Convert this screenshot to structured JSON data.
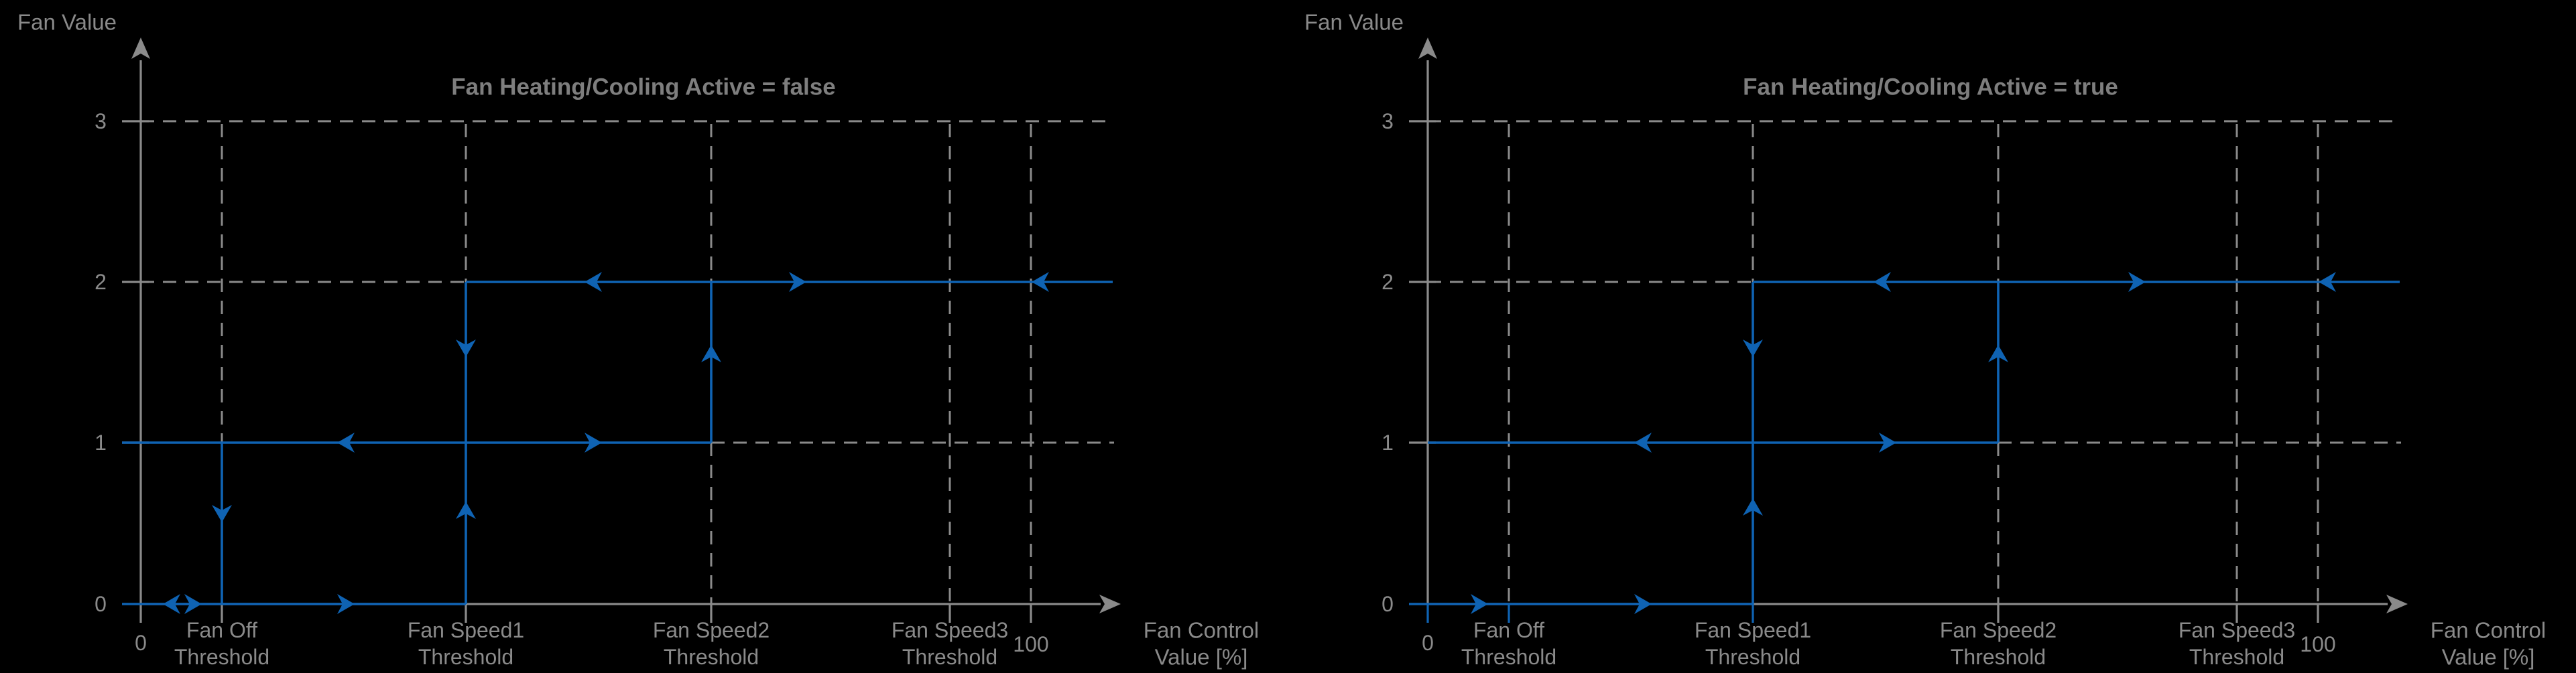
{
  "colors": {
    "background": "#000000",
    "gray": "#8a8a8a",
    "title_gray": "#7e7e7e",
    "blue": "#0f63b3"
  },
  "axis": {
    "y_label": "Fan Value",
    "x_label_line1": "Fan Control",
    "x_label_line2": "Value [%]",
    "origin": "0",
    "max": "100"
  },
  "y_tick_labels": [
    "0",
    "1",
    "2",
    "3"
  ],
  "x_threshold_labels": [
    [
      "Fan Off",
      "Threshold"
    ],
    [
      "Fan Speed1",
      "Threshold"
    ],
    [
      "Fan Speed2",
      "Threshold"
    ],
    [
      "Fan Speed3",
      "Threshold"
    ]
  ],
  "charts": [
    {
      "id": "heating-cooling-false",
      "title": "Fan Heating/Cooling Active = false"
    },
    {
      "id": "heating-cooling-true",
      "title": "Fan Heating/Cooling Active = true"
    }
  ],
  "chart_data": [
    {
      "type": "line",
      "title": "Fan Heating/Cooling Active = false",
      "xlabel": "Fan Control Value [%]",
      "ylabel": "Fan Value",
      "x_categories": [
        "0",
        "Fan Off Threshold",
        "Fan Speed1 Threshold",
        "Fan Speed2 Threshold",
        "Fan Speed3 Threshold",
        "100"
      ],
      "x_positions_norm": [
        0,
        0.083,
        0.334,
        0.586,
        0.831,
        0.915
      ],
      "ylim": [
        0,
        3
      ],
      "y_ticks": [
        0,
        1,
        2,
        3
      ],
      "grid": "dashed",
      "legend": "none",
      "series_style": "blue hysteresis path with direction arrows",
      "transitions": [
        {
          "at": "Fan Off Threshold",
          "movement": "decreasing",
          "change": "fan value 1 -> 0"
        },
        {
          "at": "Fan Speed1 Threshold",
          "movement": "increasing",
          "change": "fan value 0 -> 1"
        },
        {
          "at": "Fan Speed1 Threshold",
          "movement": "decreasing",
          "change": "fan value 2 -> 1"
        },
        {
          "at": "Fan Speed2 Threshold",
          "movement": "increasing",
          "change": "fan value 1 -> 2"
        }
      ],
      "render": {
        "grid_h": [
          {
            "y": 3,
            "x1": 0,
            "x2": 1452
          },
          {
            "y": 2,
            "x1": 0,
            "x2": 485
          },
          {
            "y": 1,
            "x1": 851,
            "x2": 1452
          }
        ],
        "grid_v": [
          {
            "x": 121,
            "yt": 185,
            "yb": 661
          },
          {
            "x": 485,
            "yt": 185,
            "yb": 421
          },
          {
            "x": 851,
            "yt": 185,
            "yb": 421
          },
          {
            "x": 851,
            "yt": 661,
            "yb": 902
          },
          {
            "x": 1207,
            "yt": 185,
            "yb": 902
          },
          {
            "x": 1328,
            "yt": 185,
            "yb": 902
          }
        ],
        "blue_h": [
          {
            "y": 0,
            "x1": -28,
            "x2": 485
          },
          {
            "y": 1,
            "x1": -28,
            "x2": 851
          },
          {
            "y": 2,
            "x1": 485,
            "x2": 1450
          }
        ],
        "blue_v": [
          {
            "x": 121,
            "y1": 1,
            "y2": 0
          },
          {
            "x": 485,
            "y1": 2,
            "y2": 0
          },
          {
            "x": 851,
            "y1": 2,
            "y2": 1
          }
        ],
        "arrows_h": [
          {
            "x": 46,
            "y": 0,
            "d": -1
          },
          {
            "x": 78,
            "y": 0,
            "d": 1
          },
          {
            "x": 306,
            "y": 0,
            "d": 1
          },
          {
            "x": 306,
            "y": 1,
            "d": -1
          },
          {
            "x": 675,
            "y": 1,
            "d": 1
          },
          {
            "x": 675,
            "y": 2,
            "d": -1
          },
          {
            "x": 980,
            "y": 2,
            "d": 1
          },
          {
            "x": 1342,
            "y": 2,
            "d": -1
          }
        ],
        "arrows_v": [
          {
            "x": 121,
            "ypx": 767,
            "d": 1
          },
          {
            "x": 485,
            "ypx": 520,
            "d": 1
          },
          {
            "x": 485,
            "ypx": 762,
            "d": -1
          },
          {
            "x": 851,
            "ypx": 528,
            "d": -1
          }
        ],
        "bottom_ticks": [
          {
            "x": 0,
            "c": "gray"
          },
          {
            "x": 121,
            "c": "gray"
          },
          {
            "x": 485,
            "c": "gray"
          },
          {
            "x": 851,
            "c": "gray"
          },
          {
            "x": 1207,
            "c": "gray"
          },
          {
            "x": 1328,
            "c": "gray"
          }
        ]
      }
    },
    {
      "type": "line",
      "title": "Fan Heating/Cooling Active = true",
      "xlabel": "Fan Control Value [%]",
      "ylabel": "Fan Value",
      "x_categories": [
        "0",
        "Fan Off Threshold",
        "Fan Speed1 Threshold",
        "Fan Speed2 Threshold",
        "Fan Speed3 Threshold",
        "100"
      ],
      "x_positions_norm": [
        0,
        0.083,
        0.334,
        0.586,
        0.831,
        0.915
      ],
      "ylim": [
        0,
        3
      ],
      "y_ticks": [
        0,
        1,
        2,
        3
      ],
      "grid": "dashed",
      "legend": "none",
      "series_style": "blue hysteresis path with direction arrows",
      "transitions": [
        {
          "at": "Fan Speed1 Threshold",
          "movement": "increasing",
          "change": "fan value 0 -> 1"
        },
        {
          "at": "Fan Speed1 Threshold",
          "movement": "decreasing",
          "change": "fan value 2 -> 1"
        },
        {
          "at": "Fan Speed2 Threshold",
          "movement": "increasing",
          "change": "fan value 1 -> 2"
        },
        {
          "note": "no Fan Off Threshold transition; fan value 1 persists toward 0"
        }
      ],
      "render": {
        "grid_h": [
          {
            "y": 3,
            "x1": 0,
            "x2": 1452
          },
          {
            "y": 2,
            "x1": 0,
            "x2": 485
          },
          {
            "y": 1,
            "x1": 851,
            "x2": 1452
          }
        ],
        "grid_v": [
          {
            "x": 121,
            "yt": 185,
            "yb": 902
          },
          {
            "x": 485,
            "yt": 185,
            "yb": 421
          },
          {
            "x": 851,
            "yt": 185,
            "yb": 421
          },
          {
            "x": 851,
            "yt": 661,
            "yb": 902
          },
          {
            "x": 1207,
            "yt": 185,
            "yb": 902
          },
          {
            "x": 1328,
            "yt": 185,
            "yb": 902
          }
        ],
        "blue_h": [
          {
            "y": 0,
            "x1": -28,
            "x2": 485
          },
          {
            "y": 1,
            "x1": 0,
            "x2": 851
          },
          {
            "y": 2,
            "x1": 485,
            "x2": 1450
          }
        ],
        "blue_v": [
          {
            "x": 485,
            "y1": 2,
            "y2": 0
          },
          {
            "x": 851,
            "y1": 2,
            "y2": 1
          }
        ],
        "arrows_h": [
          {
            "x": 77,
            "y": 0,
            "d": 1
          },
          {
            "x": 321,
            "y": 0,
            "d": 1
          },
          {
            "x": 321,
            "y": 1,
            "d": -1
          },
          {
            "x": 686,
            "y": 1,
            "d": 1
          },
          {
            "x": 678,
            "y": 2,
            "d": -1
          },
          {
            "x": 1058,
            "y": 2,
            "d": 1
          },
          {
            "x": 1342,
            "y": 2,
            "d": -1
          }
        ],
        "arrows_v": [
          {
            "x": 485,
            "ypx": 520,
            "d": 1
          },
          {
            "x": 485,
            "ypx": 757,
            "d": -1
          },
          {
            "x": 851,
            "ypx": 528,
            "d": -1
          }
        ],
        "bottom_ticks": [
          {
            "x": 0,
            "c": "blue"
          },
          {
            "x": 121,
            "c": "blue"
          },
          {
            "x": 485,
            "c": "blue"
          },
          {
            "x": 851,
            "c": "gray"
          },
          {
            "x": 1207,
            "c": "gray"
          },
          {
            "x": 1328,
            "c": "gray"
          }
        ]
      }
    }
  ]
}
